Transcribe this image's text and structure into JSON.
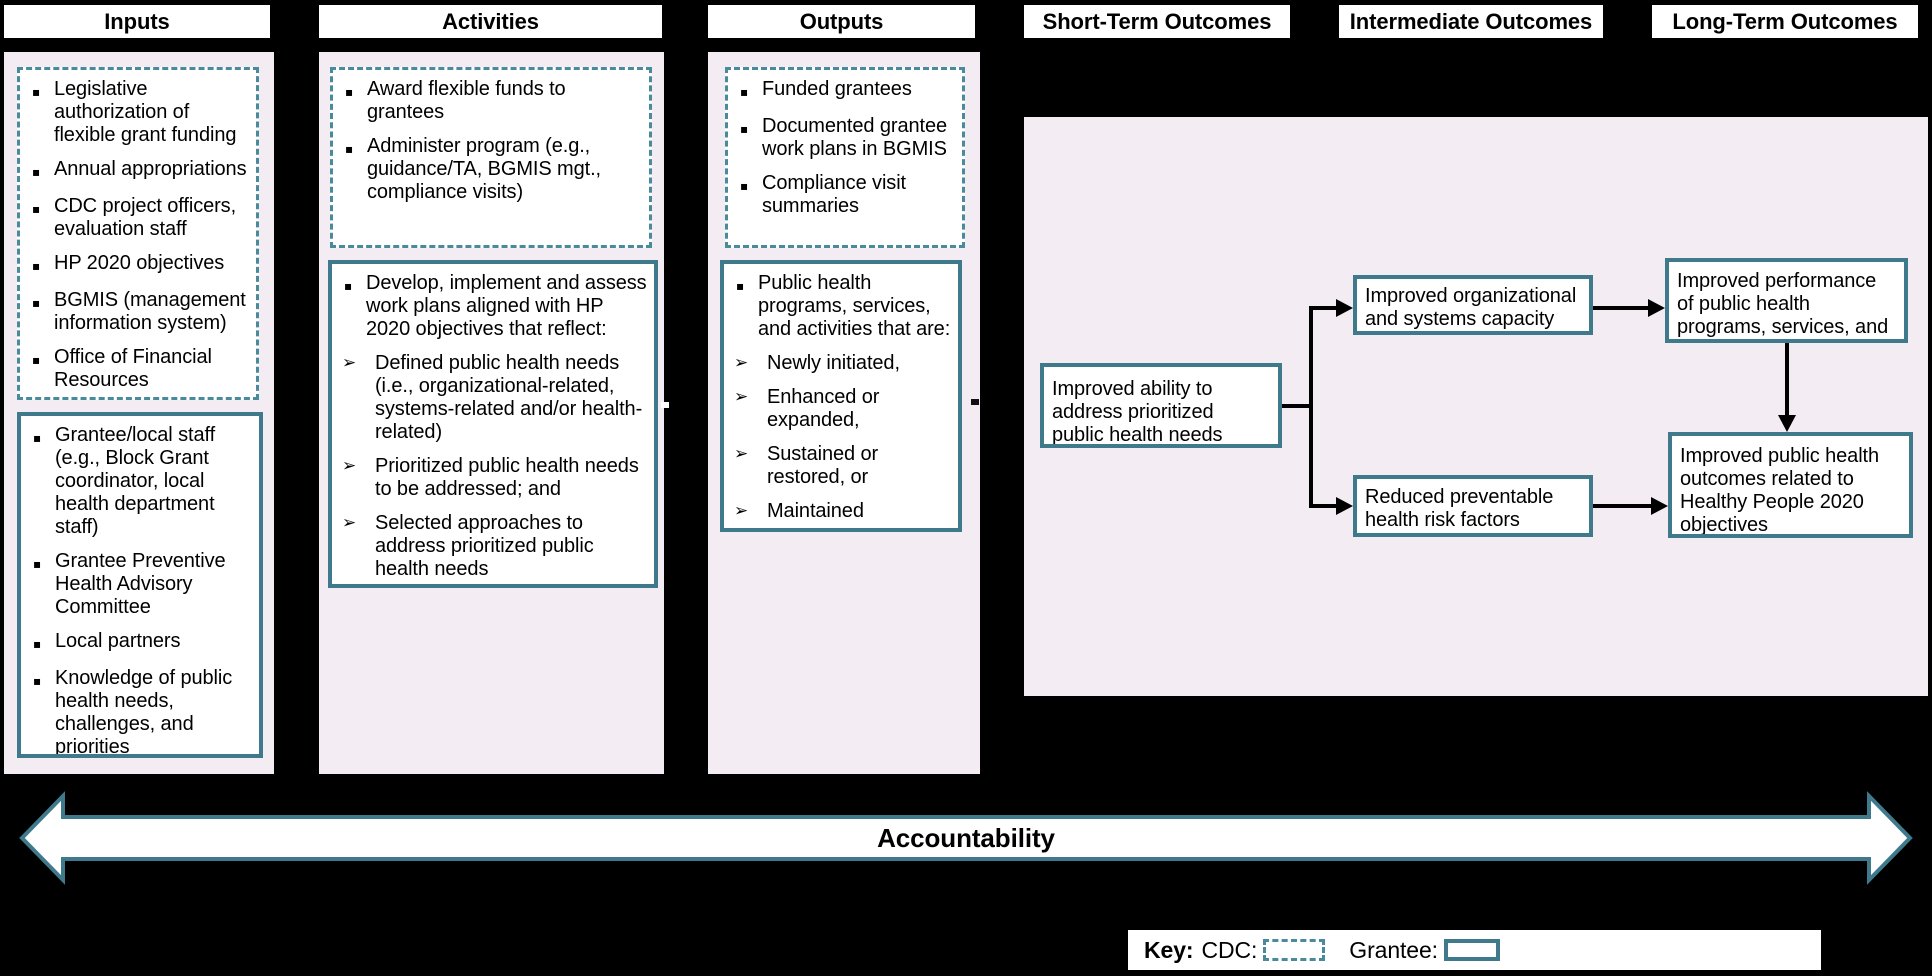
{
  "glyphs": {
    "square_bullet": "▪",
    "arrow_bullet": "➢"
  },
  "colors": {
    "background": "#000000",
    "panel_pink": "#f4ecf3",
    "box_fill": "#ffffff",
    "teal_solid_border": "#3e7a8c",
    "teal_dashed_border": "#4a8b9b",
    "connector_black": "#000000",
    "text": "#000000"
  },
  "headers": [
    "Inputs",
    "Activities",
    "Outputs",
    "Short-Term Outcomes",
    "Intermediate Outcomes",
    "Long-Term Outcomes"
  ],
  "columns": {
    "inputs": {
      "cdc_box": {
        "items": [
          "Legislative authorization of flexible grant funding",
          "Annual appropriations",
          "CDC project officers, evaluation staff",
          "HP 2020 objectives",
          "BGMIS (management information system)",
          "Office of Financial Resources"
        ]
      },
      "grantee_box": {
        "items": [
          "Grantee/local staff (e.g., Block Grant coordinator, local health department staff)",
          "Grantee Preventive Health Advisory Committee",
          "Local partners",
          "Knowledge of public health needs, challenges, and priorities"
        ]
      }
    },
    "activities": {
      "cdc_box": {
        "items": [
          "Award flexible funds to grantees",
          "Administer program (e.g., guidance/TA, BGMIS mgt., compliance visits)"
        ]
      },
      "grantee_box": {
        "lead": "Develop, implement and assess work plans aligned with HP 2020 objectives that reflect:",
        "sub_items": [
          "Defined public health needs (i.e., organizational-related, systems-related and/or health-related)",
          "Prioritized public health needs to be addressed; and",
          "Selected approaches to address prioritized public health needs"
        ]
      }
    },
    "outputs": {
      "cdc_box": {
        "items": [
          "Funded grantees",
          "Documented grantee work plans in BGMIS",
          "Compliance visit summaries"
        ]
      },
      "grantee_box": {
        "lead": "Public health programs, services, and activities that are:",
        "sub_items": [
          "Newly initiated,",
          "Enhanced or expanded,",
          "Sustained or restored, or",
          "Maintained"
        ]
      }
    },
    "short_term": {
      "box": "Improved ability to address prioritized public health needs"
    },
    "intermediate": {
      "boxes": [
        "Improved organizational and systems capacity",
        "Reduced preventable health risk factors"
      ]
    },
    "long_term": {
      "boxes": [
        "Improved performance of public health programs, services, and activities",
        "Improved public health outcomes related to Healthy People 2020 objectives"
      ]
    }
  },
  "accountability": {
    "label": "Accountability"
  },
  "key": {
    "title": "Key:",
    "cdc_label": "CDC:",
    "grantee_label": "Grantee:"
  }
}
